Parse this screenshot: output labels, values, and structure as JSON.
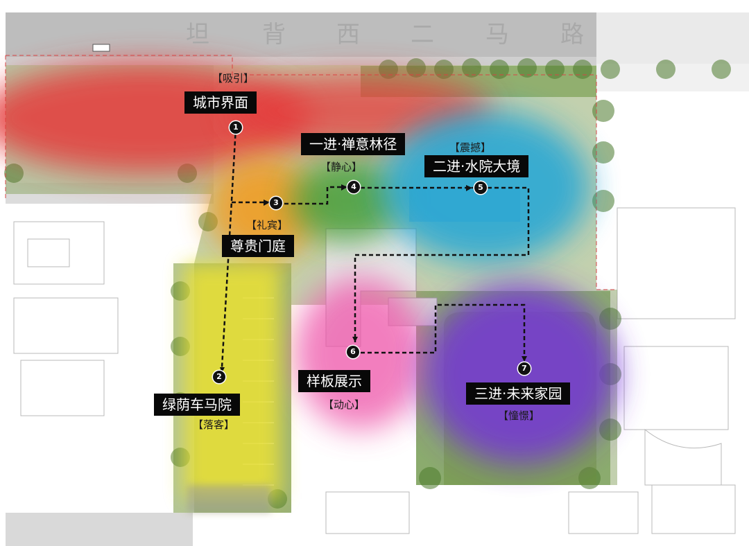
{
  "road": {
    "chars": [
      "坦",
      "背",
      "西",
      "二",
      "马",
      "路"
    ]
  },
  "zones": [
    {
      "id": 1,
      "name": "城市界面",
      "tag": "【吸引】",
      "color": "#e03a3a"
    },
    {
      "id": 2,
      "name": "绿荫车马院",
      "tag": "【落客】",
      "color": "#e8df2a"
    },
    {
      "id": 3,
      "name": "尊贵门庭",
      "tag": "【礼宾】",
      "color": "#f39a1e"
    },
    {
      "id": 4,
      "name": "一进·禅意林径",
      "tag": "【静心】",
      "color": "#4aa23a"
    },
    {
      "id": 5,
      "name": "二进·水院大境",
      "tag": "【震撼】",
      "color": "#29a9d4"
    },
    {
      "id": 6,
      "name": "样板展示",
      "tag": "【动心】",
      "color": "#ec5fb0"
    },
    {
      "id": 7,
      "name": "三进·未来家园",
      "tag": "【憧憬】",
      "color": "#7a3ad6"
    }
  ]
}
